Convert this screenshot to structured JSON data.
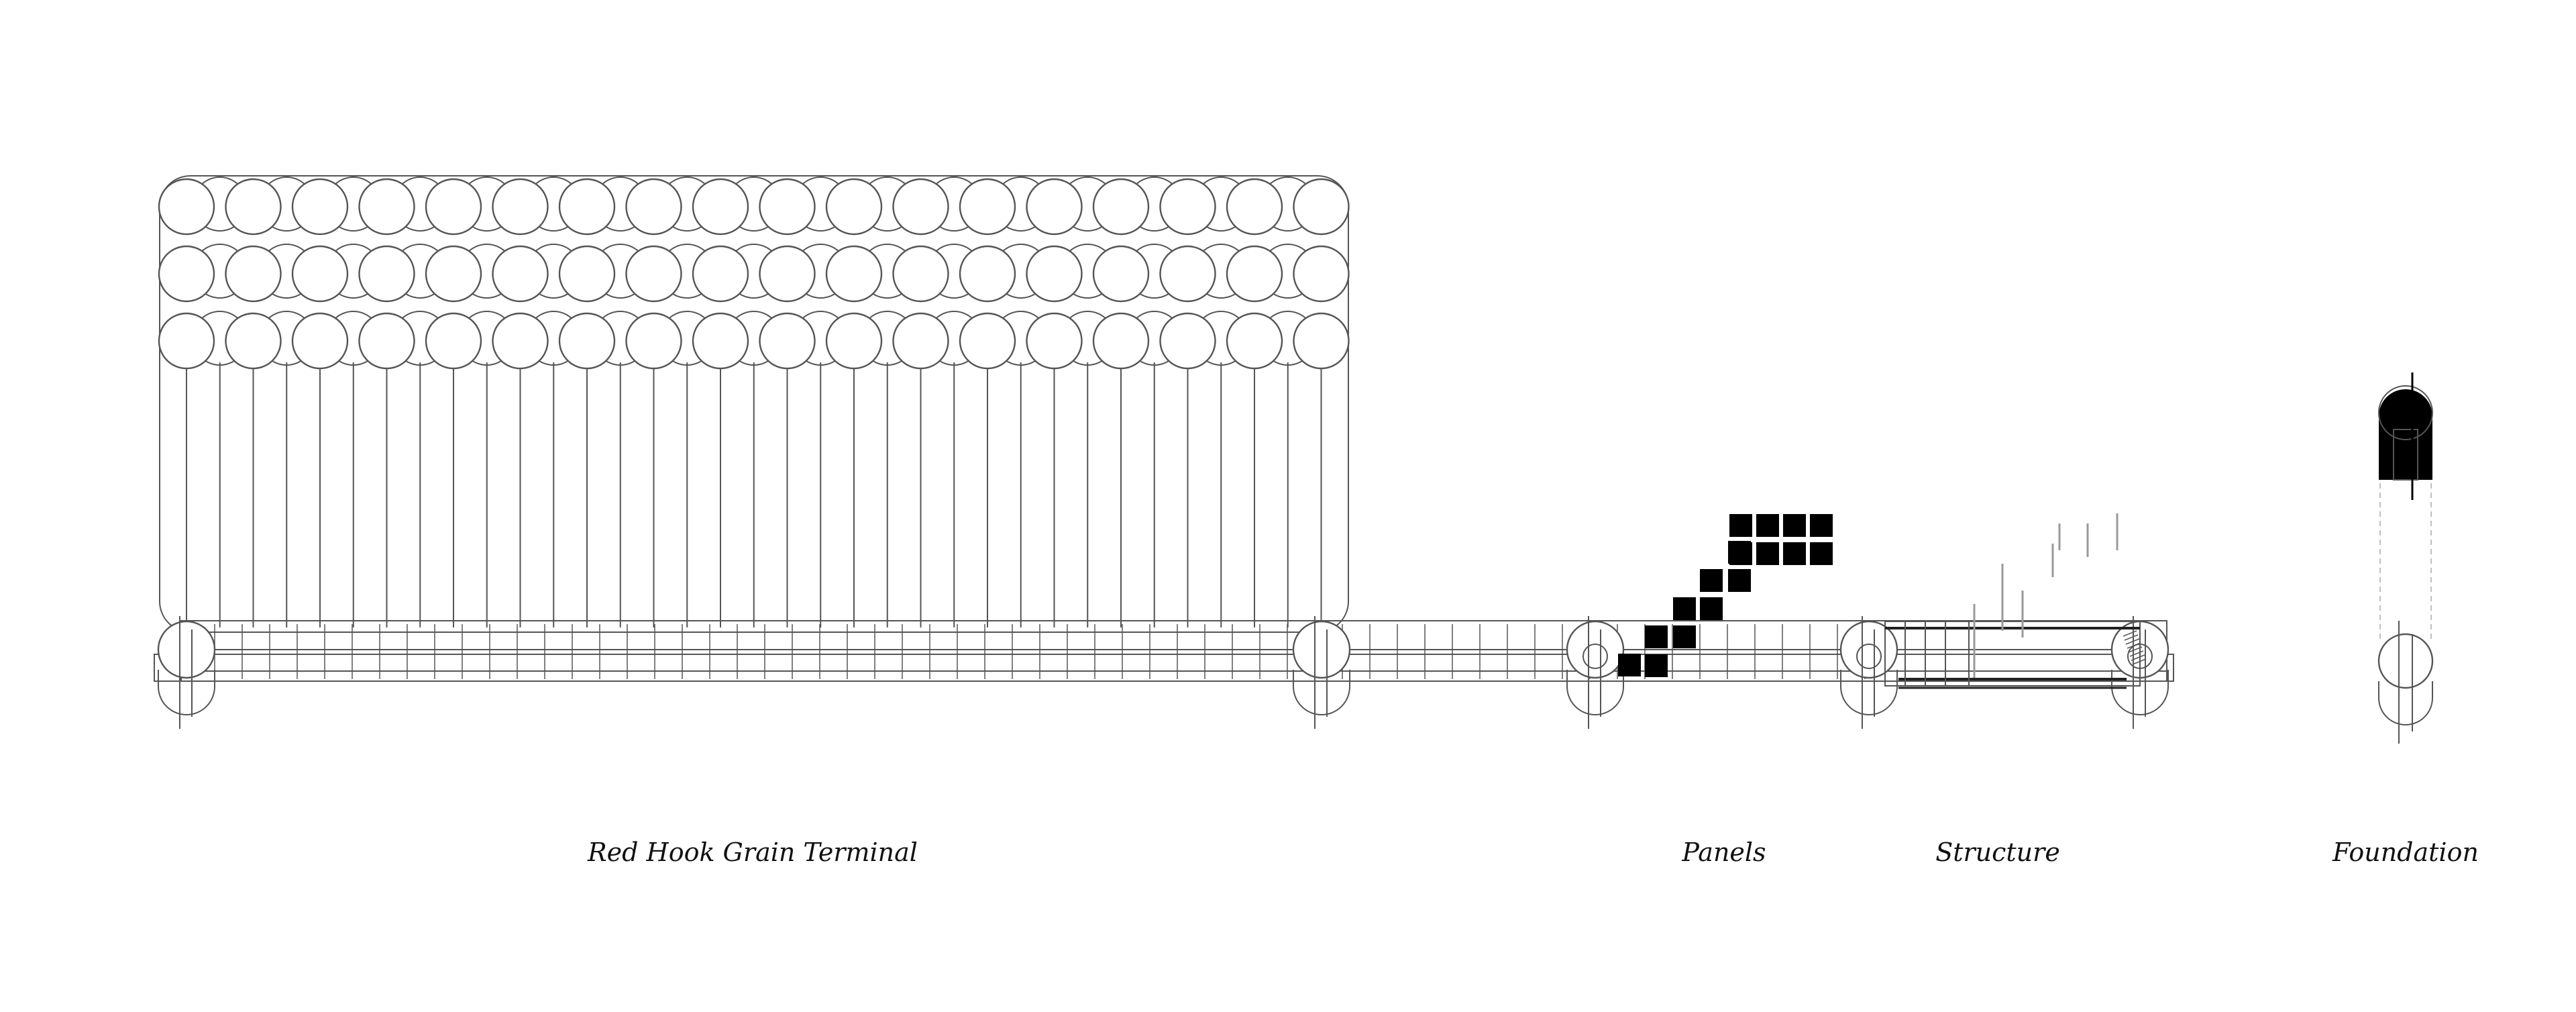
{
  "labels": {
    "terminal": "Red Hook Grain Terminal",
    "panels": "Panels",
    "structure": "Structure",
    "foundation": "Foundation"
  },
  "colors": {
    "background": "#ffffff",
    "line": "#555555",
    "fill_dark": "#000000",
    "text": "#111111"
  }
}
